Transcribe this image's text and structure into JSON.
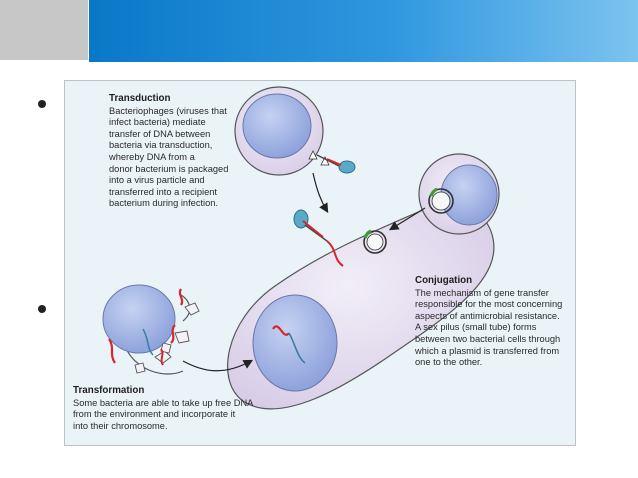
{
  "figure": {
    "transduction": {
      "title": "Transduction",
      "text": "Bacteriophages (viruses that\ninfect bacteria) mediate\ntransfer of DNA between\nbacteria via transduction,\nwhereby DNA from a\ndonor bacterium is packaged\ninto a virus particle and\ntransferred into a recipient\nbacterium during infection."
    },
    "conjugation": {
      "title": "Conjugation",
      "text": "The mechanism of gene transfer\nresponsible for the most concerning\naspects of antimicrobial resistance.\nA sex pilus (small tube) forms\nbetween two bacterial cells through\nwhich a plasmid is transferred from\none to the other."
    },
    "transformation": {
      "title": "Transformation",
      "text": "Some bacteria are able to take up free DNA\nfrom the environment and incorporate it\ninto their chromosome."
    }
  },
  "colors": {
    "header_gray": "#c7c7c7",
    "header_blue": "#0a78c8",
    "cell_membrane": "#d9cfe6",
    "nucleoid": "#a9b9e6",
    "dna_red": "#d8262b",
    "phage_teal": "#5aa9c9",
    "plasmid_green": "#3f9a3c"
  }
}
